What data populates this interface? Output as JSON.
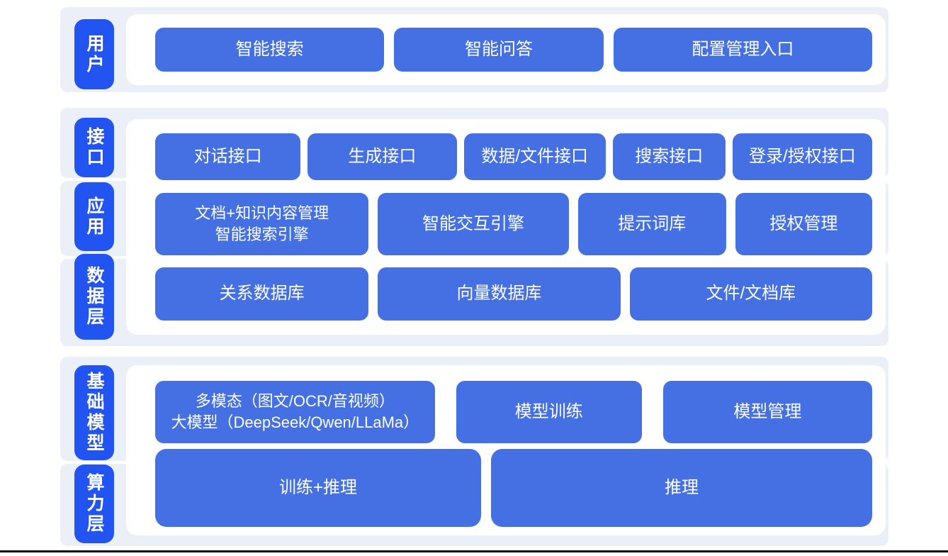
{
  "diagram": {
    "title_hint": "AI platform layered architecture diagram",
    "colors": {
      "chip_blue": "#2254f2",
      "box_blue": "#4470e3",
      "section_bg": "#ebf0f8",
      "card_bg": "#ffffff",
      "text": "#ffffff",
      "bottom_rule": "#0a0a0c"
    },
    "sections": [
      {
        "name": "user-layer",
        "chips": [
          {
            "label": "用户"
          }
        ],
        "rows": [
          {
            "buttons": [
              {
                "label": "智能搜索"
              },
              {
                "label": "智能问答"
              },
              {
                "label": "配置管理入口"
              }
            ]
          }
        ]
      },
      {
        "name": "interface-app-data-layers",
        "chips": [
          {
            "label": "接口"
          },
          {
            "label": "应用"
          },
          {
            "label": "数据层"
          }
        ],
        "rows": [
          {
            "buttons": [
              {
                "label": "对话接口"
              },
              {
                "label": "生成接口"
              },
              {
                "label": "数据/文件接口"
              },
              {
                "label": "搜索接口"
              },
              {
                "label": "登录/授权接口"
              }
            ]
          },
          {
            "buttons": [
              {
                "label": "文档+知识内容管理\n智能搜索引擎"
              },
              {
                "label": "智能交互引擎"
              },
              {
                "label": "提示词库"
              },
              {
                "label": "授权管理"
              }
            ]
          },
          {
            "buttons": [
              {
                "label": "关系数据库"
              },
              {
                "label": "向量数据库"
              },
              {
                "label": "文件/文档库"
              }
            ]
          }
        ]
      },
      {
        "name": "base-model-compute-layers",
        "chips": [
          {
            "label": "基础模型"
          },
          {
            "label": "算力层"
          }
        ],
        "rows": [
          {
            "buttons": [
              {
                "label": "多模态（图文/OCR/音视频）\n大模型（DeepSeek/Qwen/LLaMa）"
              },
              {
                "label": "模型训练"
              },
              {
                "label": "模型管理"
              }
            ]
          },
          {
            "buttons": [
              {
                "label": "训练+推理"
              },
              {
                "label": "推理"
              }
            ]
          }
        ]
      }
    ]
  }
}
